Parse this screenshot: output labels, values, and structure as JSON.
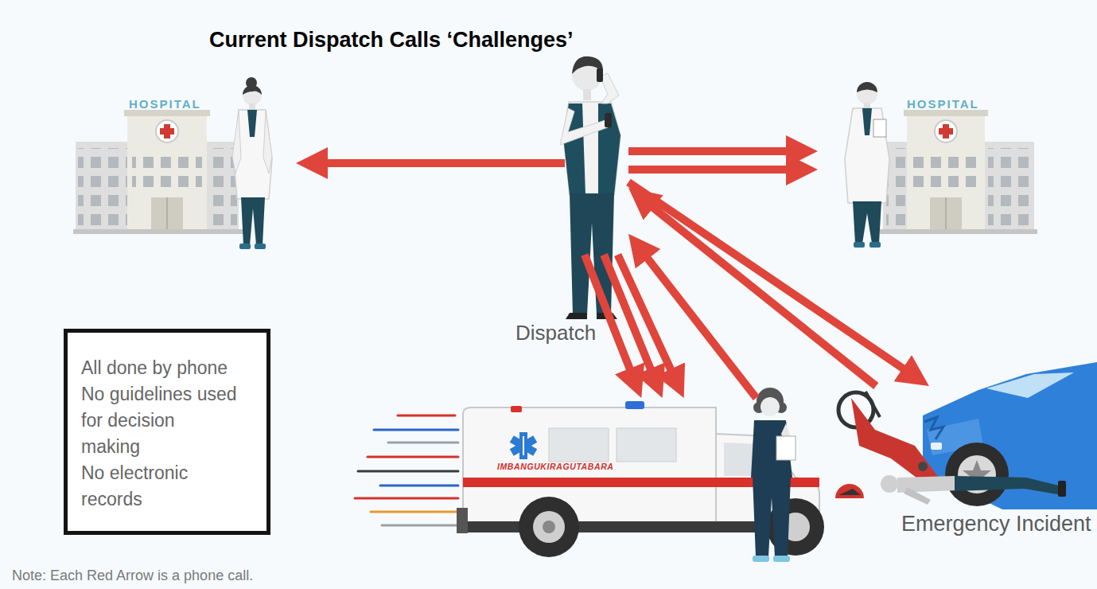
{
  "diagram": {
    "title": "Current Dispatch Calls ‘Challenges’",
    "caption": "Note: Each Red Arrow is a phone call.",
    "nodes": [
      {
        "text": [
          "HOSPITAL"
        ]
      },
      {
        "text": [
          "Dispatch"
        ]
      },
      {
        "text": [
          "HOSPITAL"
        ]
      },
      {
        "text": [
          "All done by phone",
          "No guidelines used for decision making",
          "No electronic records"
        ]
      },
      {
        "text": [
          "IMBANGUKIRAGUTABARA"
        ]
      },
      {
        "text": [
          "Emergency Incident"
        ]
      }
    ],
    "edges": [
      {
        "from": 1,
        "to": 0,
        "arrow": "to"
      },
      {
        "from": 1,
        "to": 2,
        "arrow": "to"
      },
      {
        "from": 1,
        "to": 2,
        "arrow": "to"
      },
      {
        "from": 1,
        "to": 4,
        "arrow": "to"
      },
      {
        "from": 1,
        "to": 4,
        "arrow": "to"
      },
      {
        "from": 1,
        "to": 4,
        "arrow": "to"
      },
      {
        "from": 4,
        "to": 1,
        "arrow": "to"
      },
      {
        "from": 5,
        "to": 1,
        "arrow": "to"
      },
      {
        "from": 1,
        "to": 5,
        "arrow": "to"
      }
    ]
  }
}
